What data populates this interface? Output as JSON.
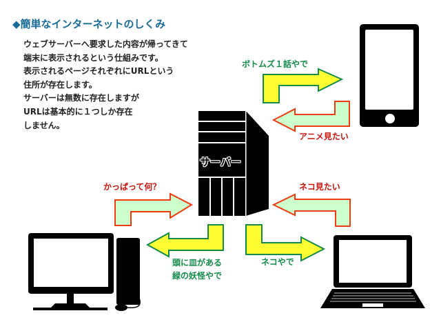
{
  "title": "◆簡単なインターネットのしくみ",
  "description": [
    "ウェブサーバーへ要求した内容が帰ってきて",
    "端末に表示されるという仕組みです。",
    "表示されるページそれぞれにURLという",
    "住所が存在します。",
    "サーバーは無数に存在しますが",
    "URLは基本的に１つしか存在",
    "しません。"
  ],
  "server": {
    "label": "サーバー",
    "icon": "server-tower-icon"
  },
  "devices": {
    "smartphone": {
      "icon": "smartphone-icon"
    },
    "desktop": {
      "icon": "desktop-pc-icon"
    },
    "laptop": {
      "icon": "laptop-icon"
    }
  },
  "flows": {
    "smartphone_request": {
      "label": "アニメ見たい",
      "direction": "smartphone-to-server"
    },
    "smartphone_response": {
      "label": "ボトムズ１話やで",
      "direction": "server-to-smartphone"
    },
    "desktop_request": {
      "label": "かっぱって何？",
      "direction": "desktop-to-server"
    },
    "desktop_response": {
      "label_line1": "頭に皿がある",
      "label_line2": "緑の妖怪やで",
      "direction": "server-to-desktop"
    },
    "laptop_request": {
      "label": "ネコ見たい",
      "direction": "laptop-to-server"
    },
    "laptop_response": {
      "label": "ネコやで",
      "direction": "server-to-laptop"
    }
  },
  "colors": {
    "title": "#1a6c98",
    "response_fill": "#ffff33",
    "response_stroke": "#138a4a",
    "request_fill": "#ccffcc",
    "request_stroke": "#ee3a10",
    "response_text": "#138a4a",
    "request_text": "#c8140c"
  }
}
